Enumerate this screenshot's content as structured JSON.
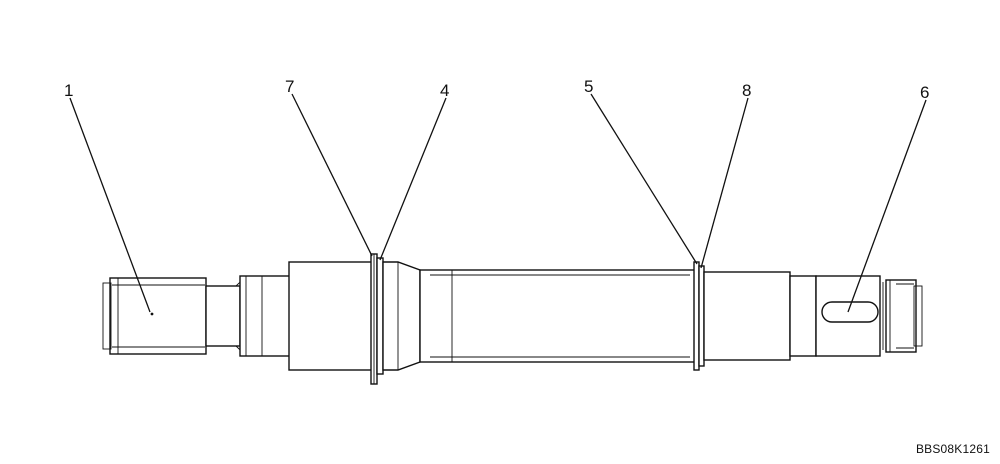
{
  "callouts": {
    "c1": "1",
    "c7": "7",
    "c4": "4",
    "c5": "5",
    "c8": "8",
    "c6": "6"
  },
  "drawing_id": "BBS08K1261"
}
